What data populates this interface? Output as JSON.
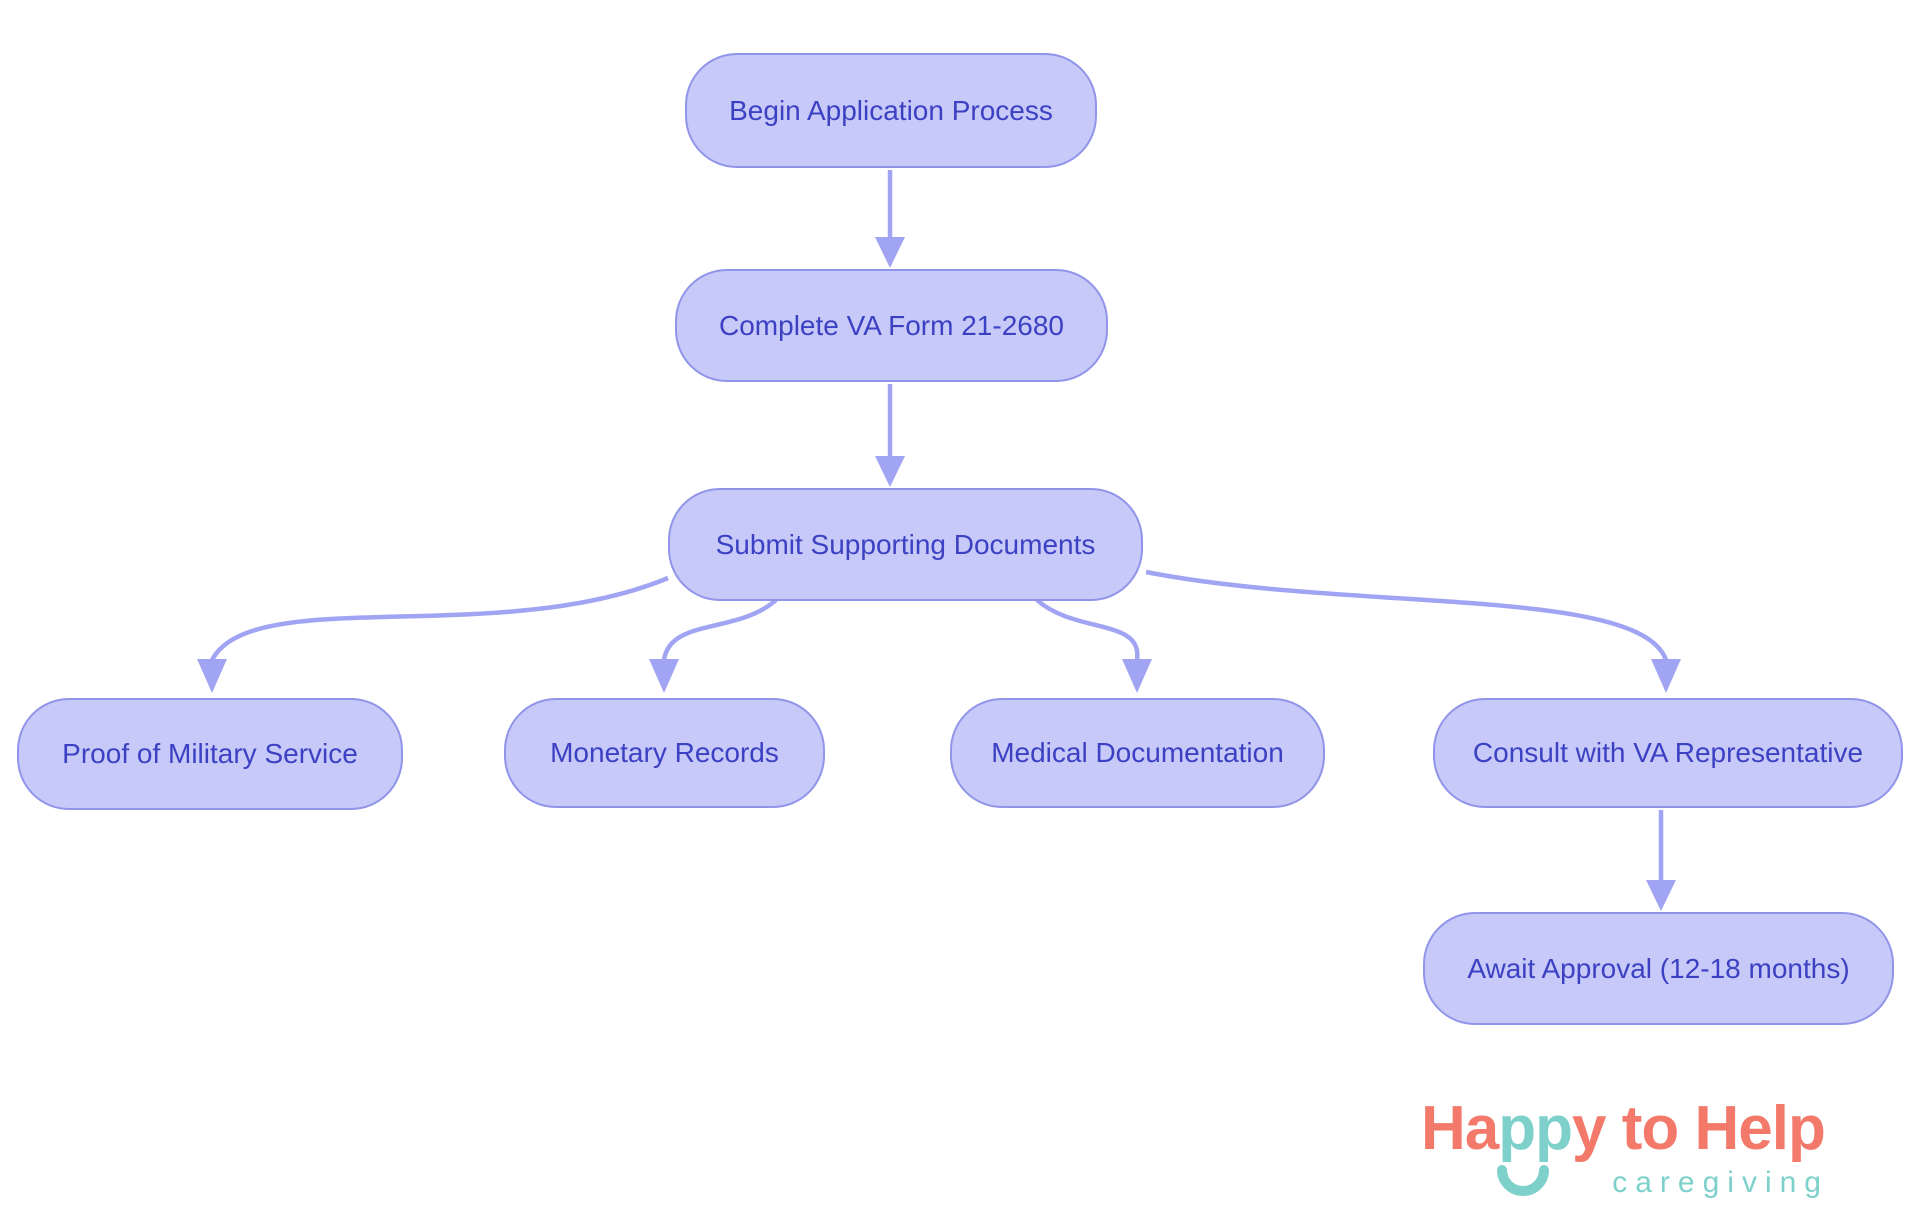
{
  "theme": {
    "node_fill": "#c7c9f8",
    "node_border": "#9195ea",
    "node_text": "#3c41c3",
    "arrow": "#a0a4f2",
    "logo_coral": "#f3796b",
    "logo_teal": "#7ed1cb",
    "page_bg": "#ffffff"
  },
  "diagram": {
    "type": "flowchart",
    "nodes": [
      {
        "id": "begin",
        "label": "Begin Application Process"
      },
      {
        "id": "form",
        "label": "Complete VA Form 21-2680"
      },
      {
        "id": "submit",
        "label": "Submit Supporting Documents"
      },
      {
        "id": "proof",
        "label": "Proof of Military Service"
      },
      {
        "id": "monetary",
        "label": "Monetary Records"
      },
      {
        "id": "medical",
        "label": "Medical Documentation"
      },
      {
        "id": "consult",
        "label": "Consult with VA Representative"
      },
      {
        "id": "await",
        "label": "Await Approval (12-18 months)"
      }
    ],
    "edges": [
      {
        "from": "begin",
        "to": "form"
      },
      {
        "from": "form",
        "to": "submit"
      },
      {
        "from": "submit",
        "to": "proof"
      },
      {
        "from": "submit",
        "to": "monetary"
      },
      {
        "from": "submit",
        "to": "medical"
      },
      {
        "from": "submit",
        "to": "consult"
      },
      {
        "from": "consult",
        "to": "await"
      }
    ]
  },
  "logo": {
    "line1_coral_start": "Ha",
    "line1_teal": "pp",
    "line1_coral_end": "y to Help",
    "tagline": "caregiving"
  }
}
